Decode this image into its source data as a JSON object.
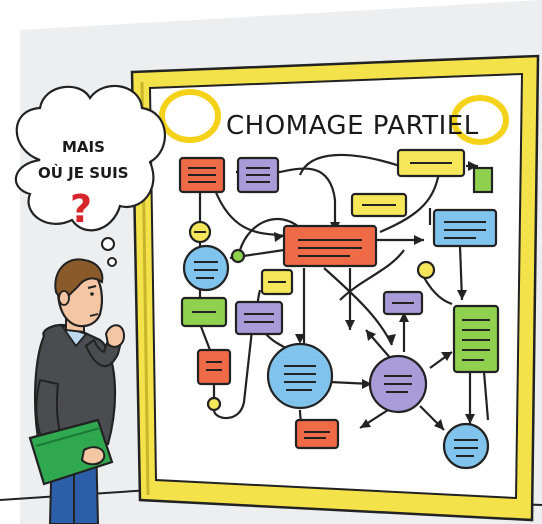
{
  "board": {
    "title": "CHOMAGE PARTIEL"
  },
  "thought_bubble": {
    "line1": "MAIS",
    "line2": "OÙ JE SUIS",
    "mark": "?"
  },
  "colors": {
    "board_frame": "#f3e24a",
    "board_surface": "#ffffff",
    "node_orange": "#ef6a46",
    "node_purple": "#a99ad8",
    "node_yellow": "#f5e65a",
    "node_blue": "#80c3ec",
    "node_green": "#8fd14f",
    "question_mark": "#d6262b",
    "wall": "#e9eaec"
  },
  "icons": {
    "man": "thinking-man-illustration",
    "folder": "green-folder-icon"
  }
}
